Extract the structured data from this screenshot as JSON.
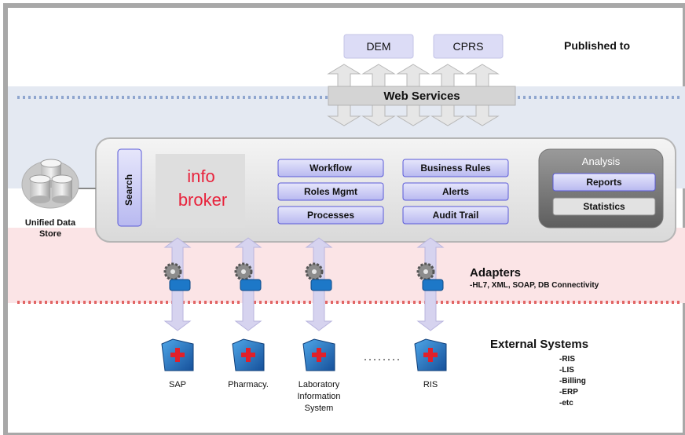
{
  "top_clients": [
    "DEM",
    "CPRS"
  ],
  "published_to_label": "Published to",
  "web_services_label": "Web Services",
  "central_hub": {
    "search_label": "Search",
    "overlay_text_line1": "info",
    "overlay_text_line2": "broker",
    "column_left": [
      "Workflow",
      "Roles Mgmt",
      "Processes"
    ],
    "column_right": [
      "Business Rules",
      "Alerts",
      "Audit Trail"
    ],
    "analysis": {
      "title": "Analysis",
      "items": [
        "Reports",
        "Statistics"
      ]
    }
  },
  "data_store": {
    "line1": "Unified Data",
    "line2": "Store"
  },
  "adapters": {
    "title": "Adapters",
    "subtitle": "-HL7, XML, SOAP, DB Connectivity"
  },
  "external_systems": {
    "title": "External Systems",
    "list": [
      "-RIS",
      "-LIS",
      "-Billing",
      "-ERP",
      "-etc"
    ],
    "systems": [
      {
        "line1": "SAP",
        "line2": "",
        "line3": ""
      },
      {
        "line1": "Pharmacy.",
        "line2": "",
        "line3": ""
      },
      {
        "line1": "Laboratory",
        "line2": "Information",
        "line3": "System"
      },
      {
        "line1": "RIS",
        "line2": "",
        "line3": ""
      }
    ],
    "ellipsis": "......"
  },
  "colors": {
    "frame": "#a8a8a8",
    "band_blue": "#e4e9f2",
    "band_pink": "#fbe4e6",
    "dotted_blue": "#8fa6cf",
    "dotted_red": "#e26666",
    "button_fill": "#cfd0f7",
    "button_border": "#5a5ad8",
    "overlay_text": "#e8233c",
    "folder_blue": "#1f6fb8",
    "cross_red": "#e0202a"
  }
}
